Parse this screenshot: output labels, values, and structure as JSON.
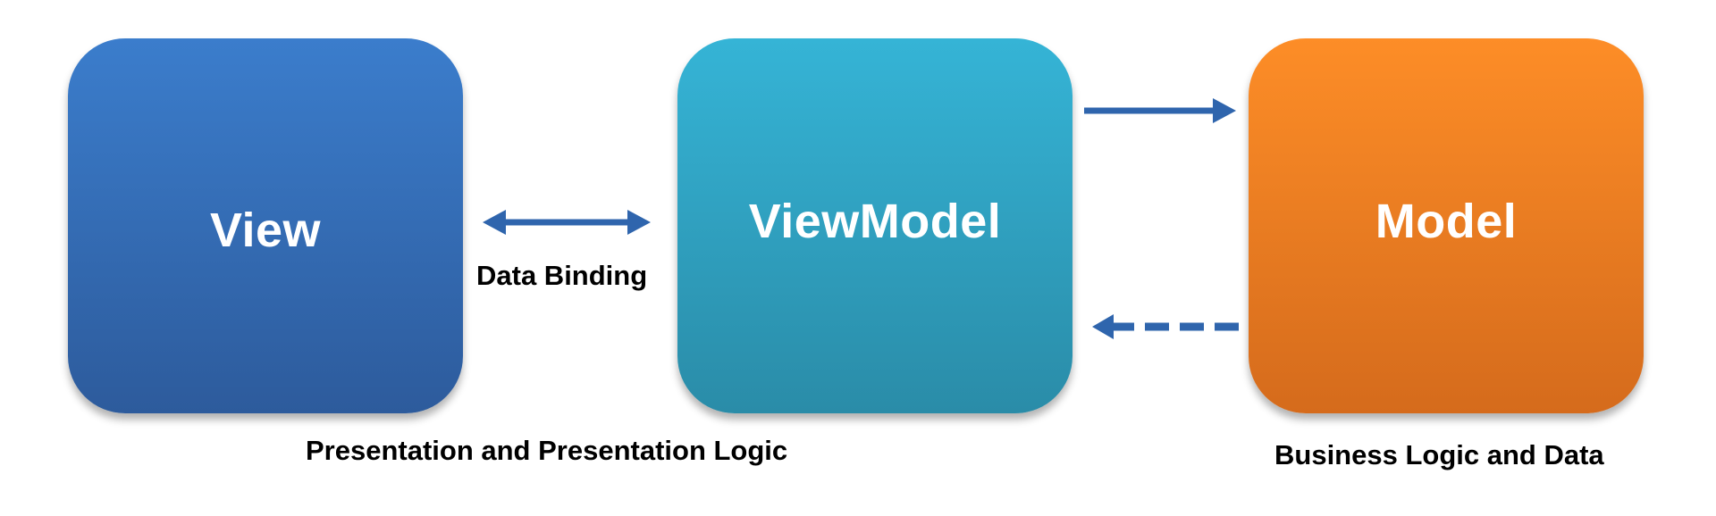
{
  "diagram": {
    "nodes": {
      "view": {
        "label": "View",
        "color": "#3670bc"
      },
      "viewmodel": {
        "label": "ViewModel",
        "color": "#31a3c2"
      },
      "model": {
        "label": "Model",
        "color": "#f17f23"
      }
    },
    "edges": [
      {
        "from": "view",
        "to": "viewmodel",
        "style": "solid",
        "direction": "bidirectional",
        "label": "Data Binding"
      },
      {
        "from": "viewmodel",
        "to": "model",
        "style": "solid",
        "direction": "forward"
      },
      {
        "from": "model",
        "to": "viewmodel",
        "style": "dashed",
        "direction": "forward"
      }
    ],
    "captions": {
      "presentation": "Presentation and Presentation Logic",
      "business": "Business Logic and Data"
    },
    "arrow_color": "#2f65ad"
  }
}
